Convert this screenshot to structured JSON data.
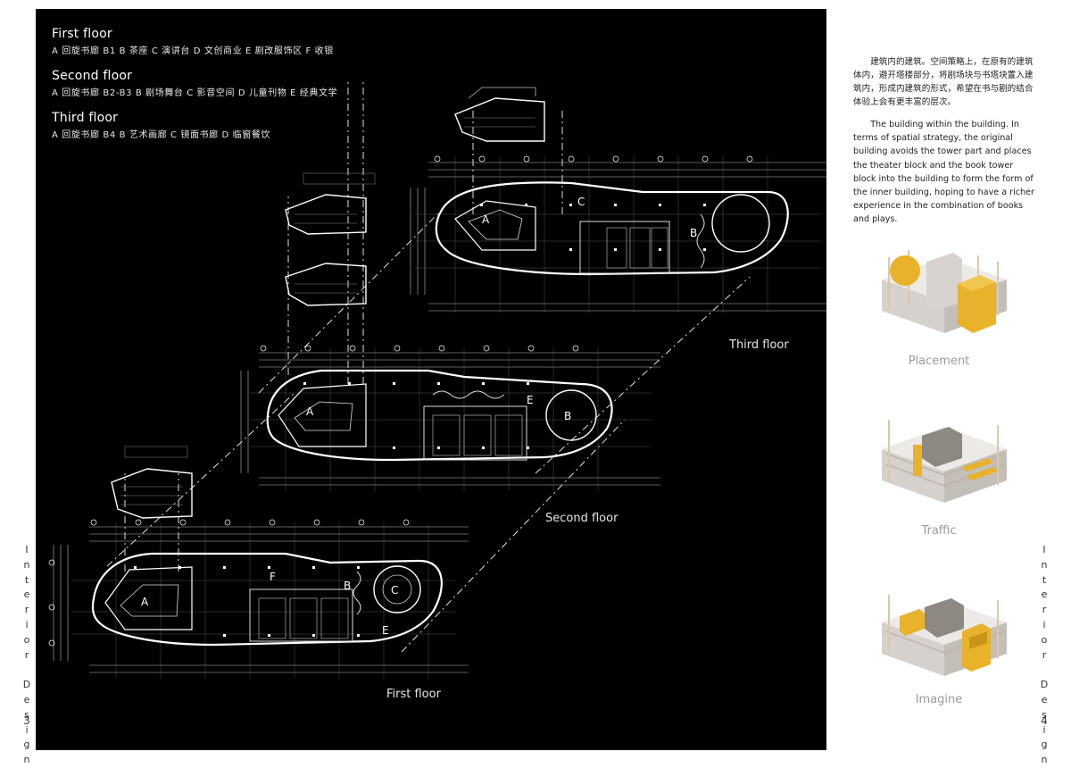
{
  "legend": [
    {
      "title": "First floor",
      "items": "A 回旋书廊 B1    B 茶座    C 演讲台    D 文创商业    E 剧改服饰区    F 收银"
    },
    {
      "title": "Second floor",
      "items": "A 回旋书廊 B2-B3    B 剧场舞台    C 影音空间    D 儿童刊物    E 经典文学"
    },
    {
      "title": "Third floor",
      "items": "A 回旋书廊 B4    B 艺术画廊    C 镜面书廊    D 临窗餐饮"
    }
  ],
  "floor_labels": {
    "third": "Third floor",
    "second": "Second floor",
    "first": "First floor"
  },
  "plan_letters": {
    "third": [
      "A",
      "B",
      "C"
    ],
    "second": [
      "A",
      "B",
      "E"
    ],
    "first": [
      "A",
      "B",
      "C",
      "E",
      "F"
    ]
  },
  "side_left": {
    "text": "Interior Design",
    "number": "3"
  },
  "side_right": {
    "text": "Interior Design",
    "number": "4"
  },
  "description": {
    "cn": "建筑内的建筑。空间策略上，在原有的建筑体内，避开塔楼部分，将剧场块与书塔块置入建筑内，形成内建筑的形式，希望在书与剧的结合体验上会有更丰富的层次。",
    "en": "The building within the building. In terms of spatial strategy, the original building avoids the tower part and places the theater block and the book tower block into the building to form the form of the inner building, hoping to have a richer experience in the combination of books and plays."
  },
  "diagrams": [
    {
      "label": "Placement",
      "icon": "placement-axonometric"
    },
    {
      "label": "Traffic",
      "icon": "traffic-axonometric"
    },
    {
      "label": "Imagine",
      "icon": "imagine-axonometric"
    }
  ],
  "colors": {
    "background": "#000000",
    "accent": "#e8b22a",
    "block": "#d9d4cf"
  }
}
